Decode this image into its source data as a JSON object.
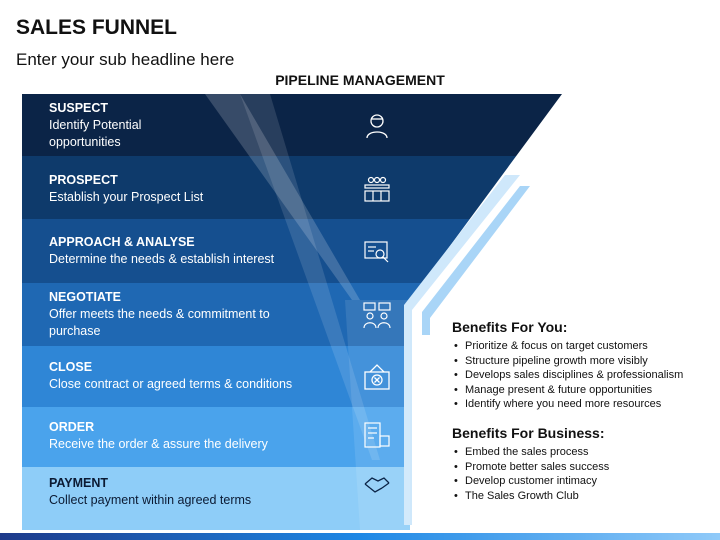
{
  "title": "SALES FUNNEL",
  "subtitle": "Enter your sub headline here",
  "pipeline_title": "PIPELINE MANAGEMENT",
  "stages": [
    {
      "name": "SUSPECT",
      "desc": "Identify Potential\nopportunities",
      "color": "#0b2447",
      "icon": "person-icon"
    },
    {
      "name": "PROSPECT",
      "desc": "Establish your Prospect List",
      "color": "#0e3a6b",
      "icon": "team-meeting-icon"
    },
    {
      "name": "APPROACH & ANALYSE",
      "desc": "Determine the needs & establish interest",
      "color": "#154f8f",
      "icon": "analysis-screen-icon"
    },
    {
      "name": "NEGOTIATE",
      "desc": "Offer meets the needs & commitment to\npurchase",
      "color": "#1f68b3",
      "icon": "discussion-icon"
    },
    {
      "name": "CLOSE",
      "desc": "Close contract or agreed terms & conditions",
      "color": "#2f86d6",
      "icon": "closed-sign-icon"
    },
    {
      "name": "ORDER",
      "desc": "Receive the order & assure the delivery",
      "color": "#4aa3ec",
      "icon": "order-list-icon"
    },
    {
      "name": "PAYMENT",
      "desc": "Collect payment within agreed terms",
      "color": "#8ecdf8",
      "icon": "handshake-payment-icon"
    }
  ],
  "benefits_you": {
    "heading": "Benefits For You:",
    "items": [
      "Prioritize & focus on target customers",
      "Structure pipeline growth more visibly",
      "Develops sales disciplines & professionalism",
      "Manage present & future opportunities",
      "Identify where you need more resources"
    ]
  },
  "benefits_business": {
    "heading": "Benefits For Business:",
    "items": [
      "Embed the sales process",
      "Promote better sales success",
      "Develop customer intimacy",
      "The Sales Growth Club"
    ]
  }
}
